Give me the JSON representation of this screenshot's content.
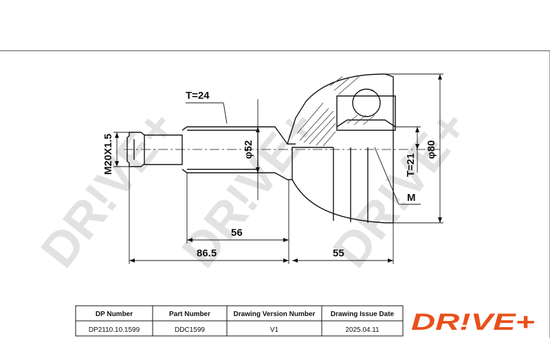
{
  "watermark": {
    "text": "DR!VE+"
  },
  "dimensions": {
    "thread_length": "T=24",
    "thread_spec": "M20X1.5",
    "shaft_diameter": "φ52",
    "housing_diameter": "φ80",
    "inner_spline": "T=21",
    "mark": "M",
    "length_56": "56",
    "length_86_5": "86.5",
    "length_55": "55"
  },
  "title_block": {
    "headers": [
      "DP Number",
      "Part Number",
      "Drawing Version Number",
      "Drawing Issue Date"
    ],
    "values": [
      "DP2110.10.1599",
      "DDC1599",
      "V1",
      "2025.04.11"
    ]
  },
  "logo": {
    "text": "DR!VE+",
    "color": "#e8501a"
  },
  "colors": {
    "line": "#111111",
    "watermark": "#e2e2e2",
    "accent": "#e8501a"
  }
}
